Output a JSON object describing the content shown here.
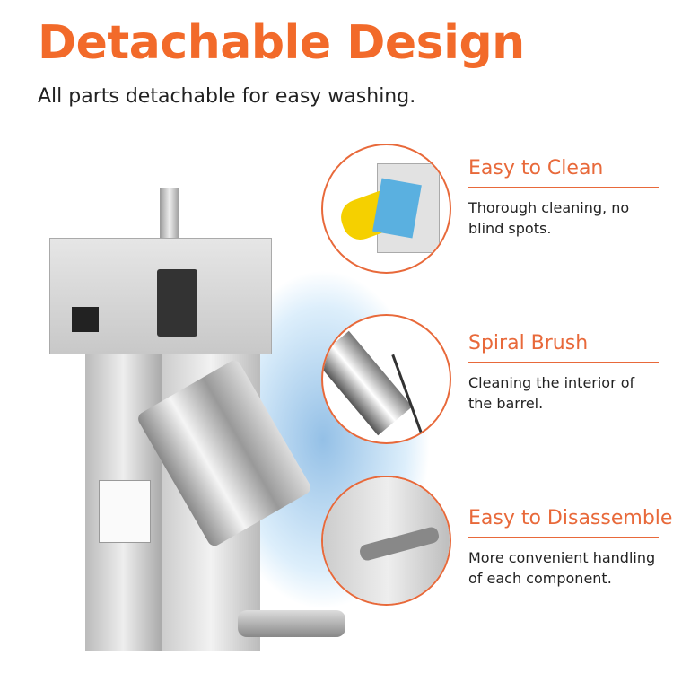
{
  "title": "Detachable Design",
  "subtitle": "All parts detachable for easy washing.",
  "colors": {
    "accent": "#f26a2a",
    "feature": "#e8693a"
  },
  "features": [
    {
      "heading": "Easy to Clean",
      "description": "Thorough cleaning, no blind spots."
    },
    {
      "heading": "Spiral Brush",
      "description": "Cleaning the interior of the barrel."
    },
    {
      "heading": "Easy to Disassemble",
      "description": "More convenient handling of each component."
    }
  ]
}
